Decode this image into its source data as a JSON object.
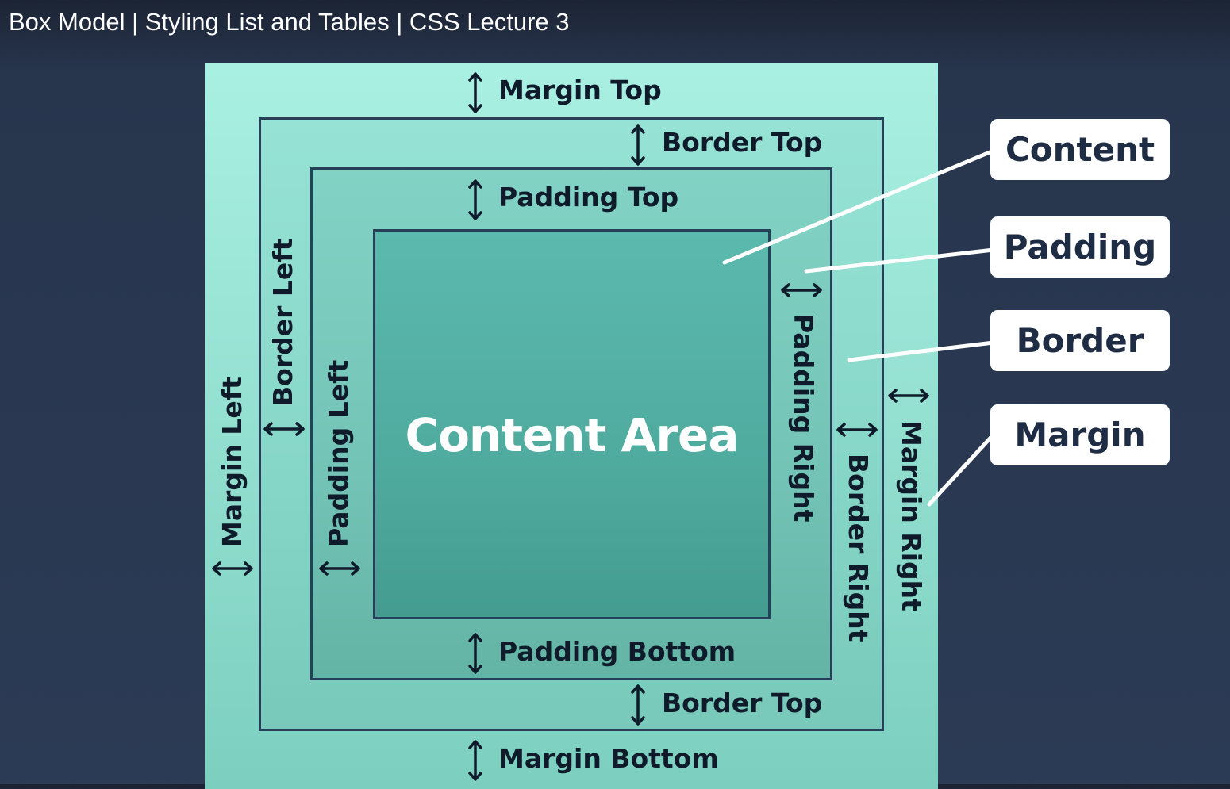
{
  "video": {
    "title": "Box Model | Styling List and Tables | CSS Lecture 3"
  },
  "diagram": {
    "content_area": "Content Area",
    "labels": {
      "margin_top": "Margin Top",
      "border_top": "Border Top",
      "padding_top": "Padding Top",
      "padding_bottom": "Padding Bottom",
      "border_bottom": "Border Top",
      "margin_bottom": "Margin Bottom",
      "margin_left": "Margin Left",
      "border_left": "Border Left",
      "padding_left": "Padding Left",
      "padding_right": "Padding Right",
      "border_right": "Border Right",
      "margin_right": "Margin Right"
    },
    "legend": [
      "Content",
      "Padding",
      "Border",
      "Margin"
    ],
    "colors": {
      "margin": "#a9f0e2",
      "border": "#8fdccd",
      "padding": "#78c8ba",
      "content": "#50ab9f",
      "outline": "#27405a",
      "legend_text": "#1e2c44"
    }
  }
}
